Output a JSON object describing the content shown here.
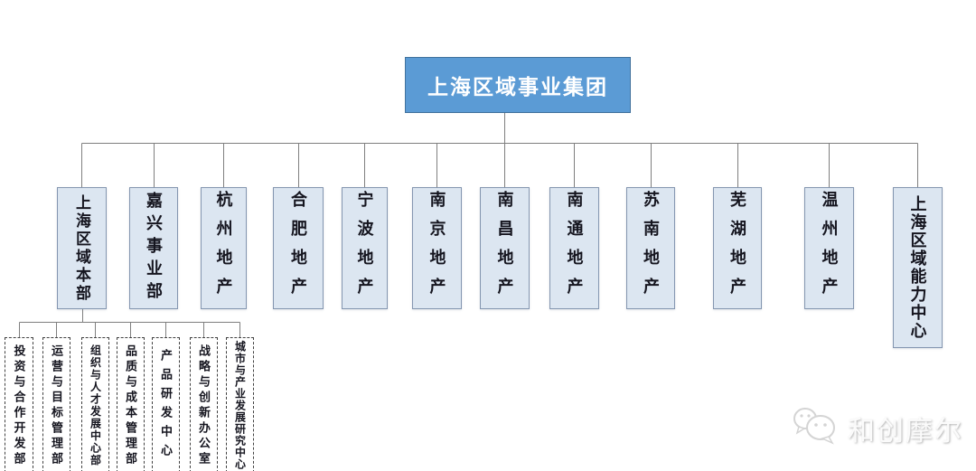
{
  "root": {
    "label": "上海区域事业集团"
  },
  "level2": {
    "items": [
      {
        "label": "上海区域本部"
      },
      {
        "label": "嘉兴事业部"
      },
      {
        "label": "杭州地产"
      },
      {
        "label": "合肥地产"
      },
      {
        "label": "宁波地产"
      },
      {
        "label": "南京地产"
      },
      {
        "label": "南昌地产"
      },
      {
        "label": "南通地产"
      },
      {
        "label": "苏南地产"
      },
      {
        "label": "芜湖地产"
      },
      {
        "label": "温州地产"
      },
      {
        "label": "上海区域能力中心"
      }
    ]
  },
  "level3": {
    "items": [
      {
        "label": "投资与合作开发部"
      },
      {
        "label": "运营与目标管理部"
      },
      {
        "label": "组织与人才发展中心部"
      },
      {
        "label": "品质与成本管理部"
      },
      {
        "label": "产品研发中心"
      },
      {
        "label": "战略与创新办公室"
      },
      {
        "label": "城市与产业发展研究中心"
      }
    ]
  },
  "watermark": {
    "label": "和创摩尔",
    "icon": "wechat-logo-icon"
  },
  "colors": {
    "root_fill": "#5b9bd5",
    "root_border": "#41719c",
    "root_text": "#ffffff",
    "node_fill": "#dce6f1",
    "node_border": "#8496b0",
    "node_text": "#15151f",
    "dept_border": "#404040",
    "connector": "#7f7f7f",
    "watermark_text": "#fbfbfb"
  }
}
